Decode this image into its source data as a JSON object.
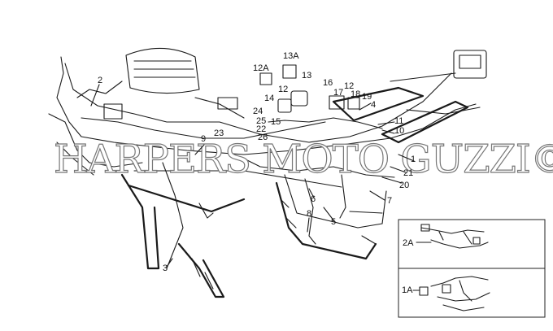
{
  "watermark": "HARPERS MOTO GUZZI©",
  "callouts": [
    "1",
    "2",
    "3",
    "4",
    "5",
    "6",
    "7",
    "8",
    "9",
    "10",
    "11",
    "12",
    "12A",
    "13",
    "13A",
    "14",
    "15",
    "16",
    "17",
    "18",
    "19",
    "20",
    "21",
    "22",
    "23",
    "24",
    "25",
    "26"
  ],
  "insets": {
    "top": {
      "label": "2A"
    },
    "bottom": {
      "label": "1A"
    }
  }
}
